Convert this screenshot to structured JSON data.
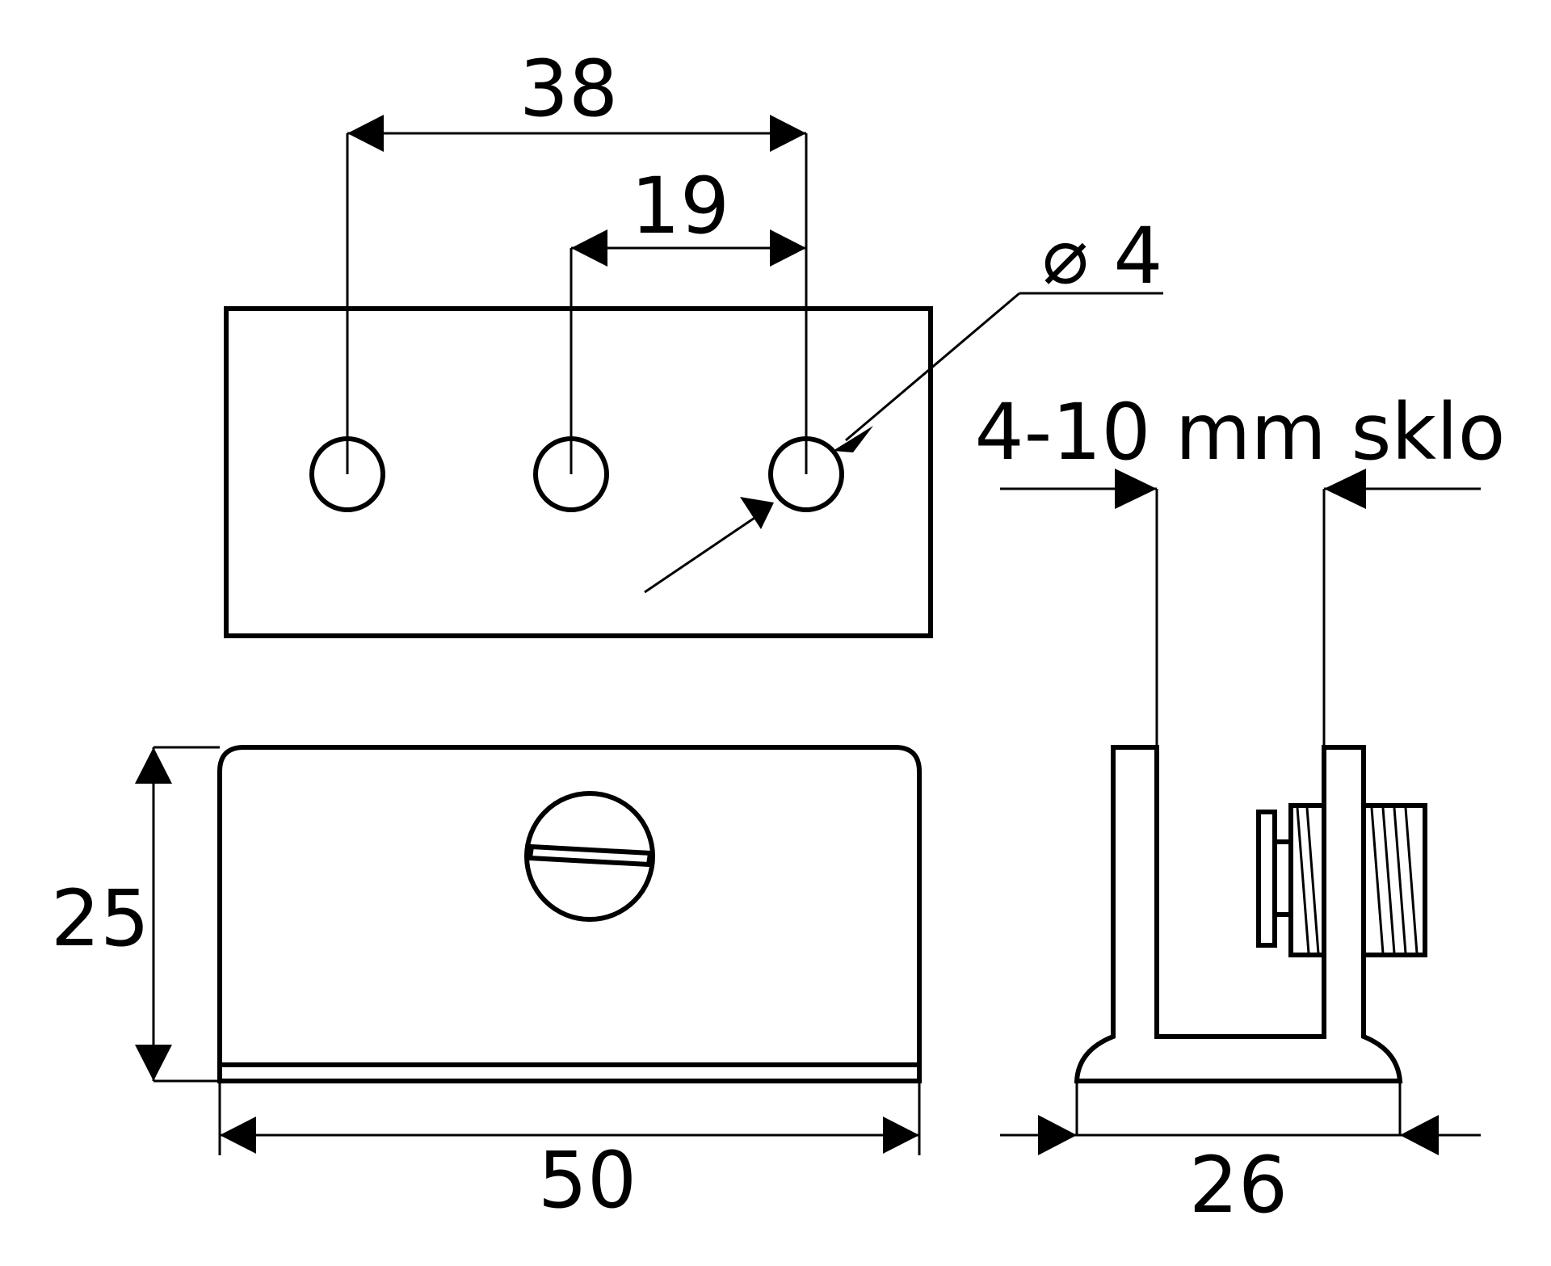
{
  "dimensions": {
    "top_spacing_outer": "38",
    "top_spacing_inner": "19",
    "hole_diameter": "⌀ 4",
    "glass_thickness": "4-10 mm sklo",
    "front_height": "25",
    "front_width": "50",
    "side_width": "26"
  },
  "colors": {
    "line": "#000000",
    "background": "#ffffff"
  }
}
